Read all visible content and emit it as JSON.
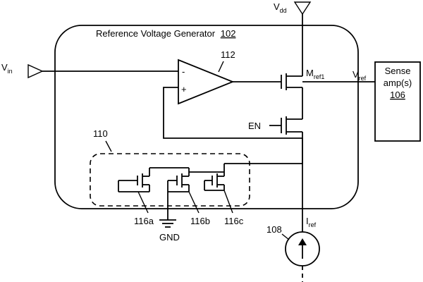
{
  "block": {
    "title": "Reference Voltage Generator",
    "title_ref": "102"
  },
  "labels": {
    "vdd_main": "V",
    "vdd_sub": "dd",
    "vin_main": "V",
    "vin_sub": "in",
    "vref_main": "V",
    "vref_sub": "ref",
    "mref_main": "M",
    "mref_sub": "ref1",
    "iref_main": "I",
    "iref_sub": "ref",
    "en": "EN",
    "gnd": "GND",
    "opamp_minus": "-",
    "opamp_plus": "+"
  },
  "refs": {
    "opamp": "112",
    "network": "110",
    "current_source": "108",
    "t116a": "116a",
    "t116b": "116b",
    "t116c": "116c"
  },
  "sense_amp": {
    "line1": "Sense",
    "line2": "amp(s)",
    "ref": "106"
  }
}
